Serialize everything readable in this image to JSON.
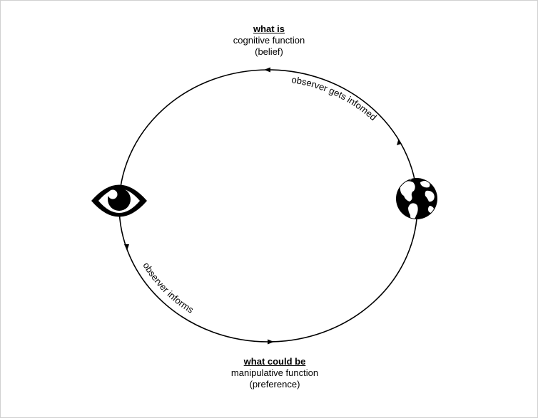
{
  "top_node": {
    "title": "what is",
    "line1": "cognitive function",
    "line2": "(belief)"
  },
  "bottom_node": {
    "title": "what could be",
    "line1": "manipulative function",
    "line2": "(preference)"
  },
  "arcs": {
    "top_right": "observer gets infomed",
    "bottom_left": "observer informs"
  },
  "icons": {
    "left": "eye-icon",
    "right": "globe-icon"
  },
  "colors": {
    "ink": "#000000",
    "background": "#ffffff"
  }
}
